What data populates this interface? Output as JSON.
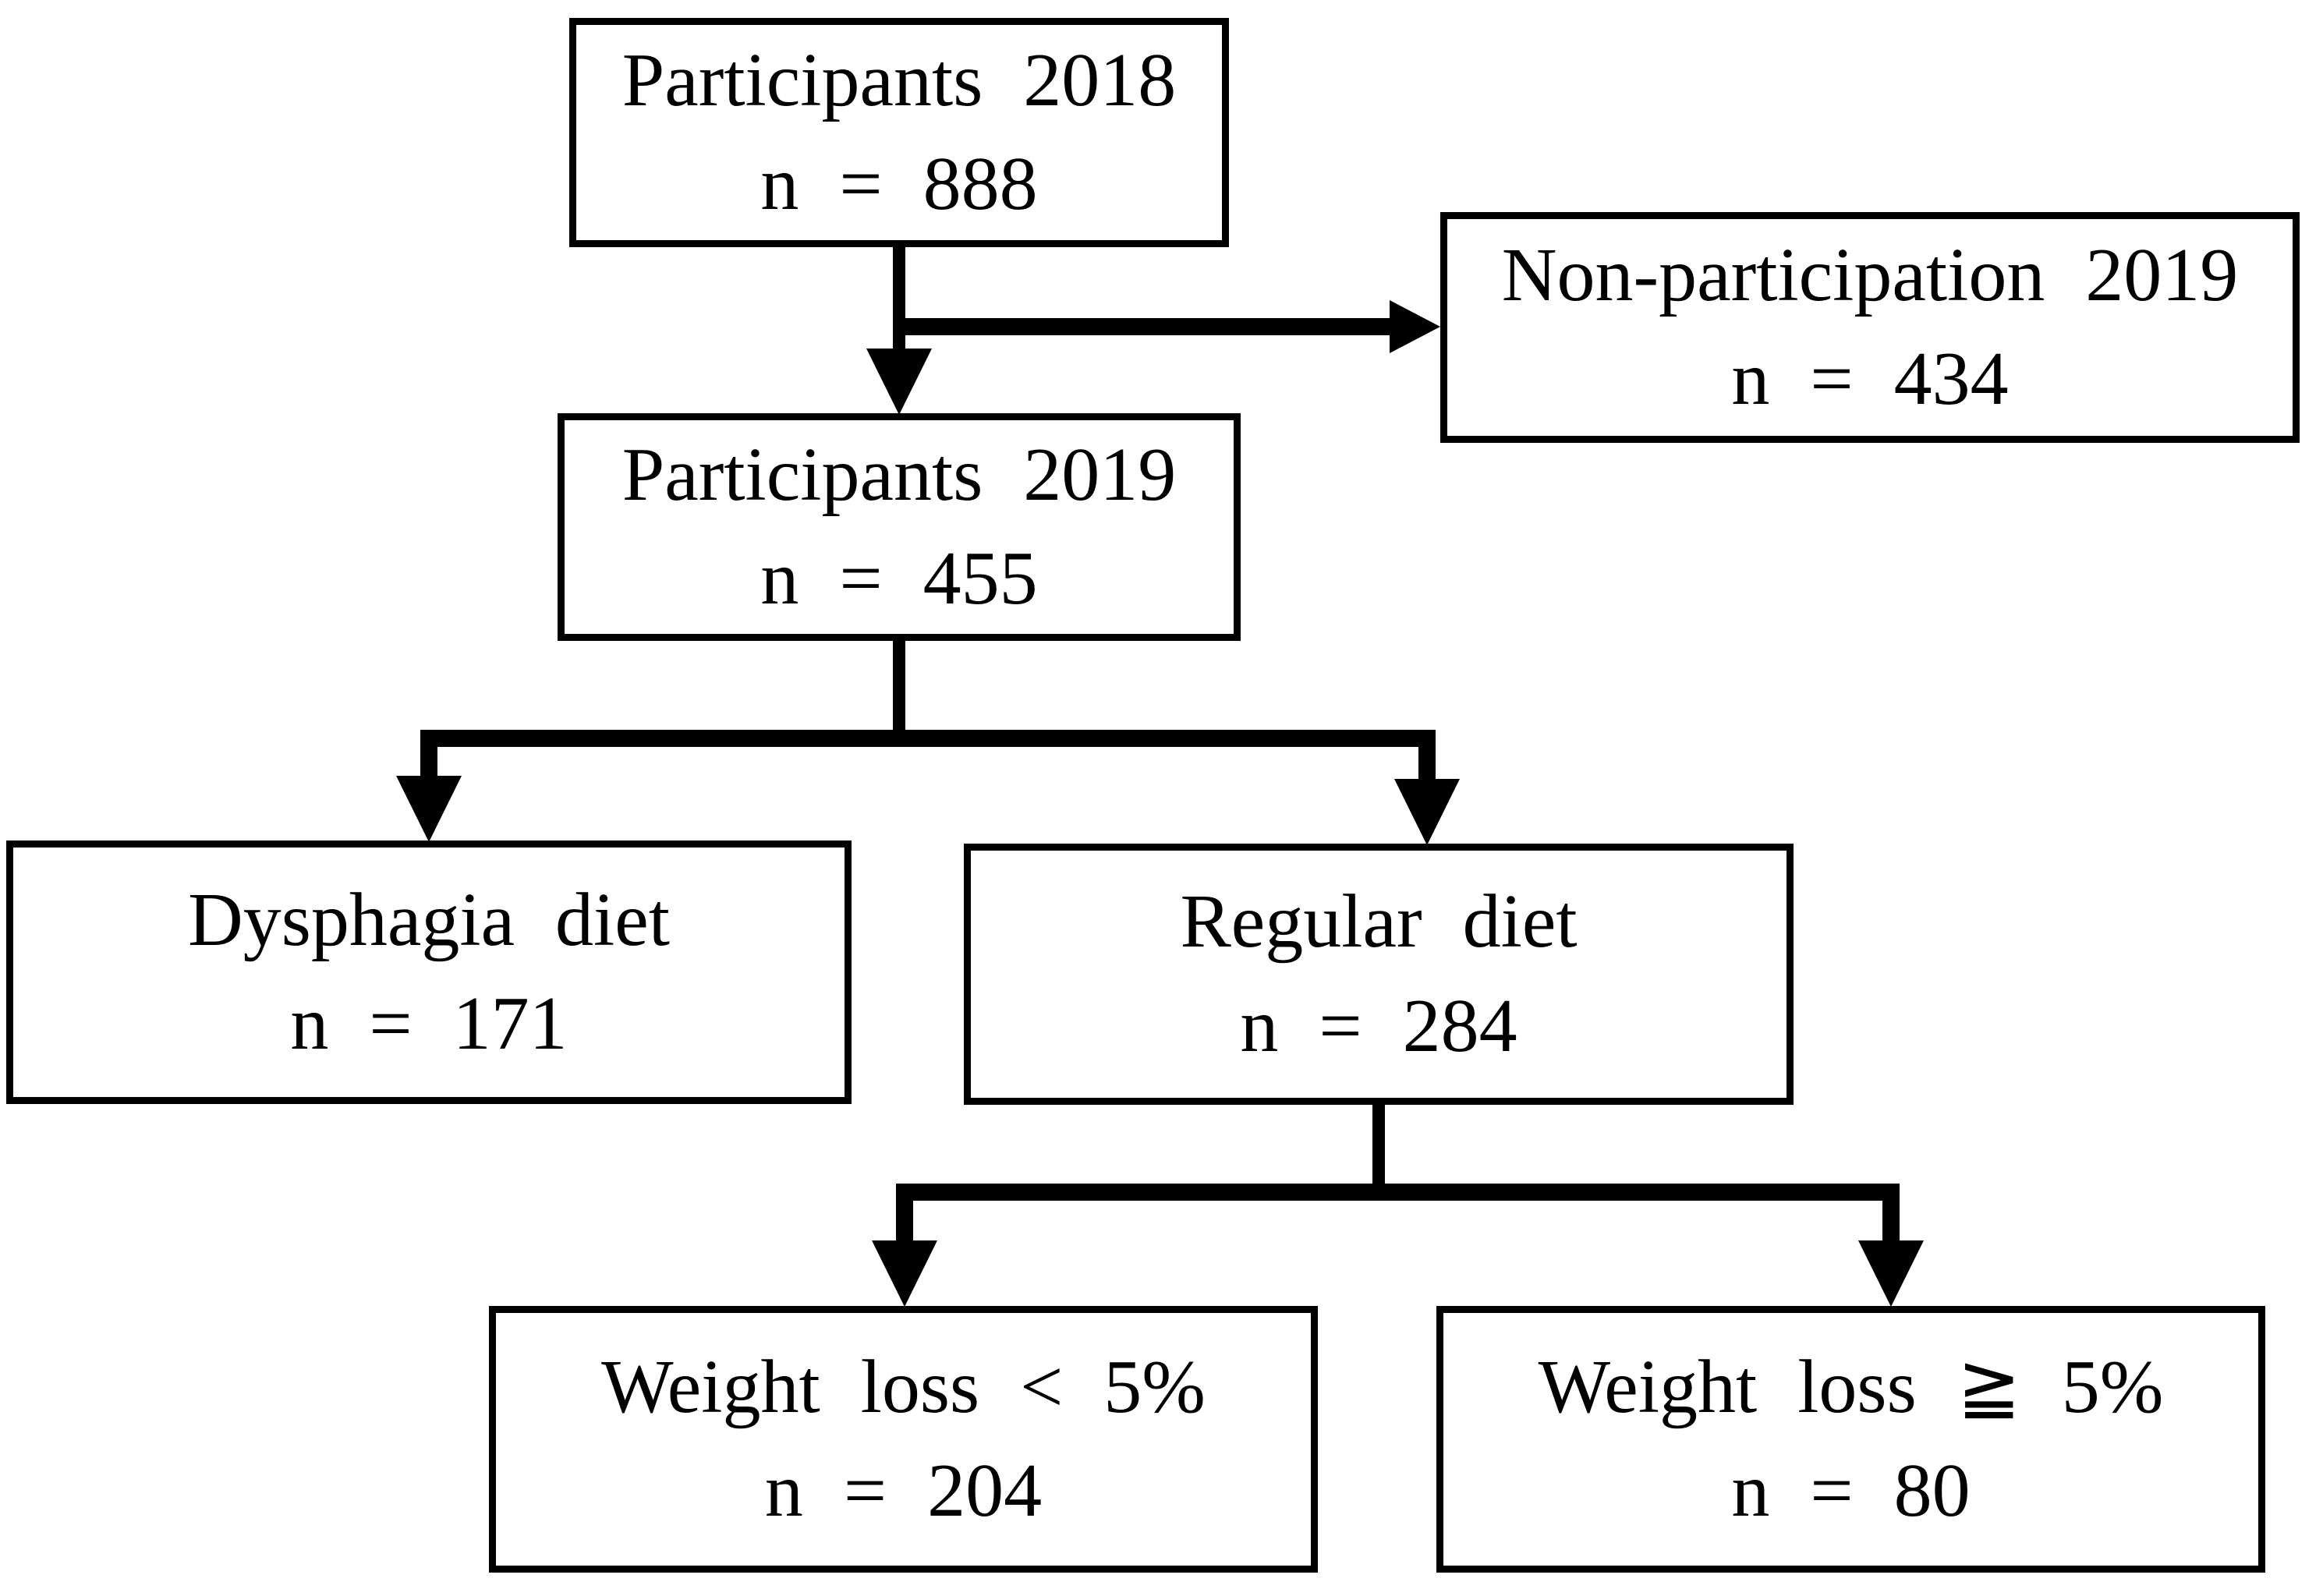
{
  "diagram": {
    "type": "participant-flow-chart",
    "background_color": "#ffffff",
    "line_color": "#000000",
    "nodes": {
      "participants_2018": {
        "label": "Participants 2018",
        "n": "n = 888"
      },
      "non_participation_2019": {
        "label": "Non-participation 2019",
        "n": "n = 434"
      },
      "participants_2019": {
        "label": "Participants 2019",
        "n": "n = 455"
      },
      "dysphagia_diet": {
        "label": "Dysphagia diet",
        "n": "n = 171"
      },
      "regular_diet": {
        "label": "Regular diet",
        "n": "n = 284"
      },
      "weight_loss_lt_5": {
        "label": "Weight loss < 5%",
        "n": "n = 204"
      },
      "weight_loss_ge_5": {
        "label": "Weight loss ≧ 5%",
        "n": "n = 80"
      }
    },
    "edges": [
      {
        "from": "participants_2018",
        "to": "non_participation_2019"
      },
      {
        "from": "participants_2018",
        "to": "participants_2019"
      },
      {
        "from": "participants_2019",
        "to": "dysphagia_diet"
      },
      {
        "from": "participants_2019",
        "to": "regular_diet"
      },
      {
        "from": "regular_diet",
        "to": "weight_loss_lt_5"
      },
      {
        "from": "regular_diet",
        "to": "weight_loss_ge_5"
      }
    ]
  }
}
